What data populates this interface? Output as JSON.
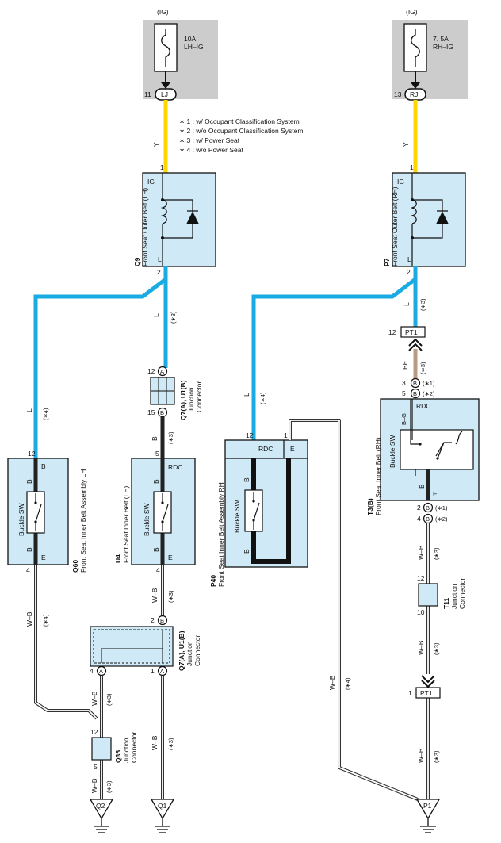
{
  "legend": {
    "n1": "∗ 1 : w/ Occupant Classification System",
    "n2": "∗ 2 : w/o Occupant Classification System",
    "n3": "∗ 3 : w/ Power Seat",
    "n4": "∗ 4 : w/o Power Seat"
  },
  "fuses": {
    "left": {
      "supply": "(IG)",
      "rating": "10A",
      "name": "LH–IG",
      "pin": "11",
      "connector": "LJ"
    },
    "right": {
      "supply": "(IG)",
      "rating": "7. 5A",
      "name": "RH–IG",
      "pin": "13",
      "connector": "RJ"
    }
  },
  "wires": {
    "Y": "Y",
    "L": "L",
    "B": "B",
    "WB": "W–B",
    "BE": "BE",
    "BG": "B–G"
  },
  "notes": {
    "s1": "(∗1)",
    "s2": "(∗2)",
    "s3": "(∗3)",
    "s4": "(∗4)"
  },
  "components": {
    "q9": {
      "code": "Q9",
      "name": "Front Seat Outer Belt (LH)",
      "pin_ig": "IG",
      "pin_l": "L",
      "pin1": "1",
      "pin2": "2"
    },
    "p7": {
      "code": "P7",
      "name": "Front Seat Outer Belt (RH)",
      "pin_ig": "IG",
      "pin_l": "L",
      "pin1": "1",
      "pin2": "2"
    },
    "q60": {
      "code": "Q60",
      "name": "Front Seat Inner Belt Assembly LH",
      "sw": "Buckle SW",
      "pin_b": "B",
      "pin_e": "E",
      "b1": "B",
      "b2": "B",
      "pin12": "12",
      "pin4": "4"
    },
    "u4": {
      "code": "U4",
      "name": "Front Seat Inner Belt (LH)",
      "sw": "Buckle SW",
      "pin_rdc": "RDC",
      "b1": "B",
      "b2": "B",
      "pin_e": "E",
      "pin5": "5",
      "pin4": "4"
    },
    "p40": {
      "code": "P40",
      "name": "Front Seat Inner Belt Assembly RH",
      "sw": "Buckle SW",
      "pin_rdc": "RDC",
      "pin_e": "E",
      "b1": "B",
      "b2": "B",
      "pin12": "12",
      "pin1": "1"
    },
    "t3": {
      "code": "T3(B)",
      "name": "Front Seat Inner Belt (RH)",
      "sw": "Buckle SW",
      "pin_rdc": "RDC",
      "pin_b": "B",
      "pin_e": "E"
    },
    "jc_upper": {
      "code": "Q7(A), U1(B)",
      "l1": "Junction",
      "l2": "Connector",
      "p12": "12",
      "pA": "A",
      "p15": "15",
      "pB": "B"
    },
    "jc_lower": {
      "code": "Q7(A), U1(B)",
      "l1": "Junction",
      "l2": "Connector",
      "p2": "2",
      "pB": "B",
      "p4": "4",
      "pA1": "A",
      "p1": "1",
      "pA2": "A"
    },
    "q35": {
      "code": "Q35",
      "l1": "Junction",
      "l2": "Connector",
      "p12": "12",
      "p5": "5"
    },
    "t11": {
      "code": "T11",
      "l1": "Junction",
      "l2": "Connector",
      "p12": "12",
      "p10": "10"
    },
    "pt1_top": {
      "label": "PT1",
      "pin": "12"
    },
    "pt1_bot": {
      "label": "PT1",
      "pin": "1"
    },
    "t3_pins": {
      "p3": "3",
      "p5": "5",
      "p2": "2",
      "p4": "4",
      "b": "B"
    }
  },
  "grounds": {
    "q2": "Q2",
    "q1": "Q1",
    "p1": "P1"
  },
  "colors": {
    "yellow": "#ffd500",
    "blue": "#1aabe3",
    "beige": "#b89a86",
    "box": "#cfeaf6",
    "fuse_bg": "#cccccc"
  }
}
